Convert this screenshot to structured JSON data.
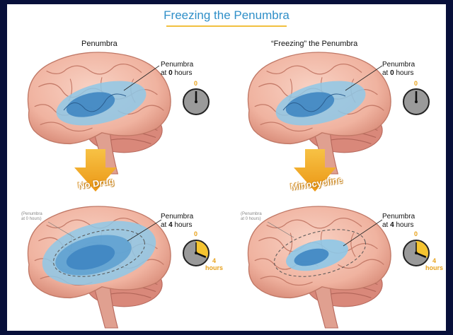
{
  "title": "Freezing the Penumbra",
  "left": {
    "heading": "Penumbra",
    "top_label": [
      "Penumbra",
      "at ",
      "0",
      " hours"
    ],
    "clock_top_value": "0",
    "arrow_label": "No Drug",
    "bottom_label": [
      "Penumbra",
      "at ",
      "4",
      " hours"
    ],
    "faint_label": [
      "(Penumbra",
      "at 0 hours)"
    ],
    "clock_bottom_start": "0",
    "clock_bottom_end": [
      "4",
      "hours"
    ]
  },
  "right": {
    "heading": "“Freezing” the Penumbra",
    "top_label": [
      "Penumbra",
      "at ",
      "0",
      " hours"
    ],
    "clock_top_value": "0",
    "arrow_label": "Minocycline",
    "bottom_label": [
      "Penumbra",
      "at ",
      "4",
      " hours"
    ],
    "faint_label": [
      "(Penumbra",
      "at 0 hours)"
    ],
    "clock_bottom_start": "0",
    "clock_bottom_end": [
      "4",
      "hours"
    ]
  },
  "colors": {
    "brain_fill": "#f2b9a8",
    "brain_shadow": "#d98d7a",
    "penumbra": "#8ec8e8",
    "core": "#3f86c2",
    "arrow": "#f2a81e",
    "clock_face": "#9a9a9a",
    "clock_elapsed": "#f5c430",
    "title": "#2f8fc8"
  }
}
